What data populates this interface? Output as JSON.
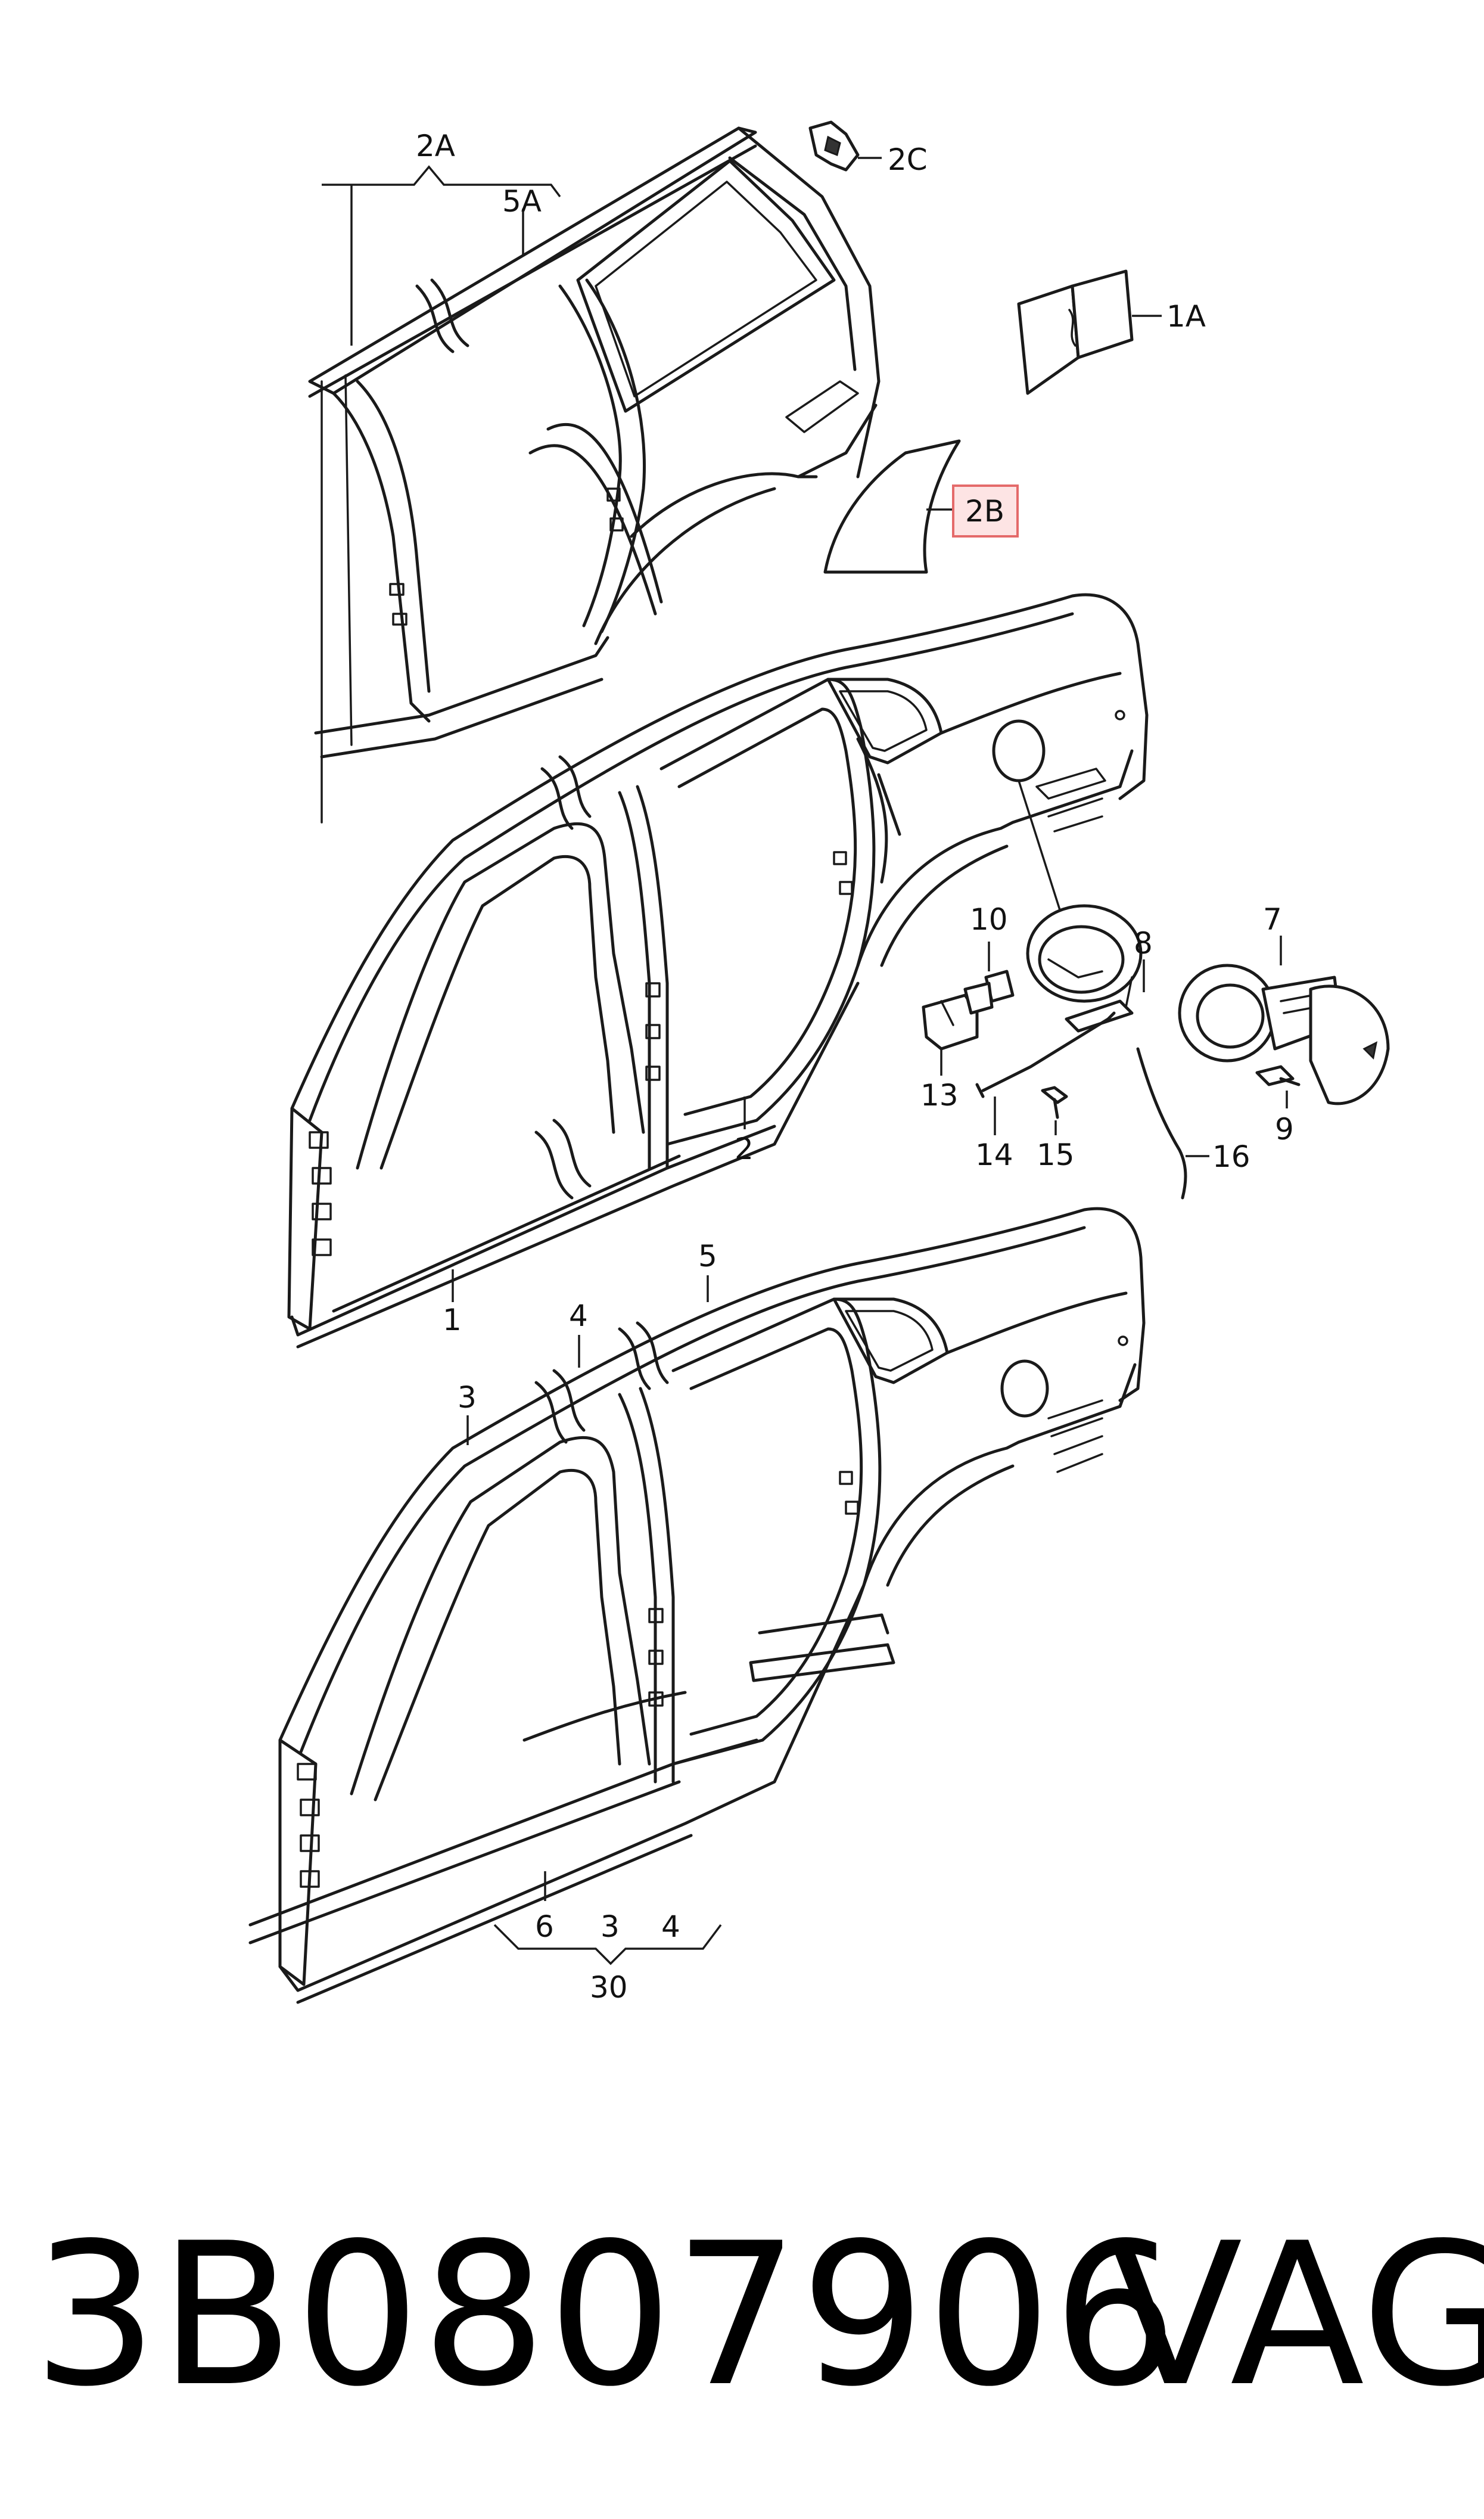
{
  "callouts": {
    "c_2A": "2A",
    "c_5A": "5A",
    "c_2C": "2C",
    "c_1A": "1A",
    "c_2B": "2B",
    "c_10": "10",
    "c_8": "8",
    "c_7": "7",
    "c_13": "13",
    "c_9": "9",
    "c_14": "14",
    "c_15": "15",
    "c_16": "16",
    "c_2": "2",
    "c_1": "1",
    "c_5": "5",
    "c_4": "4",
    "c_3": "3",
    "c_6": "6",
    "c_3b": "3",
    "c_4b": "4",
    "c_30": "30"
  },
  "highlighted_callout": "2B",
  "colors": {
    "line": "#1a1a1a",
    "highlight_fill": "#fde4e4",
    "highlight_stroke": "#e46a6a",
    "background": "#ffffff"
  },
  "footer": {
    "part_number": "3B0807906",
    "brand": "VAG"
  }
}
